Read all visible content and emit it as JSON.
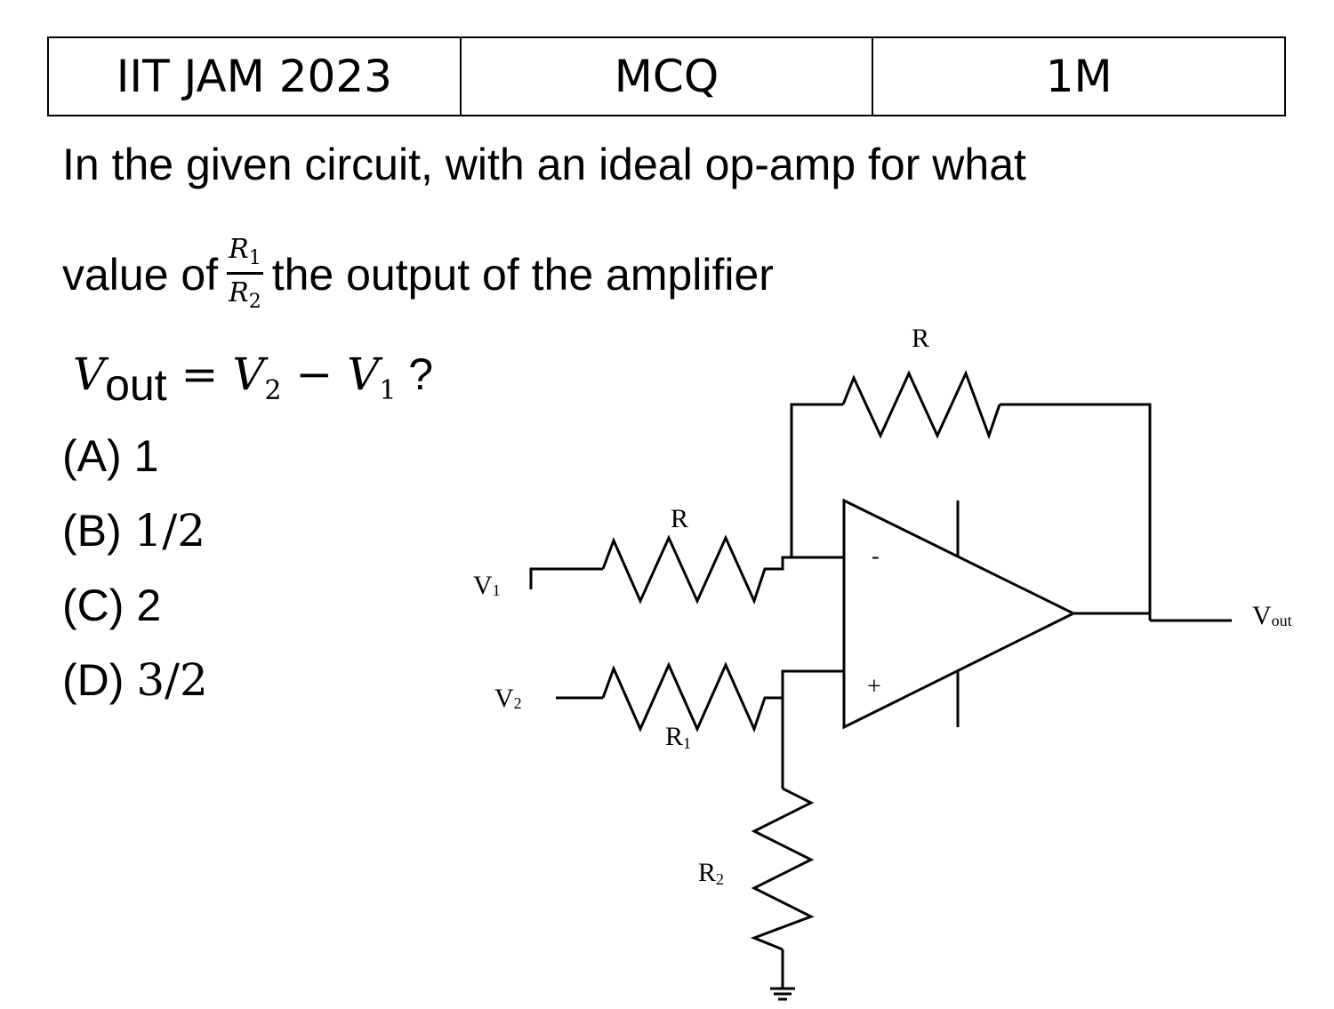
{
  "header": {
    "exam": "IIT JAM 2023",
    "type": "MCQ",
    "marks": "1M"
  },
  "question": {
    "line1": "In the given circuit, with an ideal op-amp for what",
    "line2_prefix": "value of",
    "frac_num": "R",
    "frac_num_sub": "1",
    "frac_den": "R",
    "frac_den_sub": "2",
    "line2_suffix": "the output of the amplifier",
    "eq_v": "V",
    "eq_out": "out",
    "eq_rest_1": " = ",
    "eq_v2": "V",
    "eq_v2_sub": "2",
    "eq_minus": " − ",
    "eq_v1": "V",
    "eq_v1_sub": "1",
    "eq_q": " ?"
  },
  "options": [
    {
      "label": "(A)",
      "value": "1"
    },
    {
      "label": "(B)",
      "value": "1/2"
    },
    {
      "label": "(C)",
      "value": "2"
    },
    {
      "label": "(D)",
      "value": "3/2"
    }
  ],
  "circuit": {
    "label_r_feedback": "R",
    "label_r_input": "R",
    "label_v1": "V",
    "label_v1_sub": "1",
    "label_v2": "V",
    "label_v2_sub": "2",
    "label_r1": "R",
    "label_r1_sub": "1",
    "label_r2": "R",
    "label_r2_sub": "2",
    "label_vout": "V",
    "label_vout_sub": "out",
    "minus_sign": "-",
    "plus_sign": "+"
  }
}
